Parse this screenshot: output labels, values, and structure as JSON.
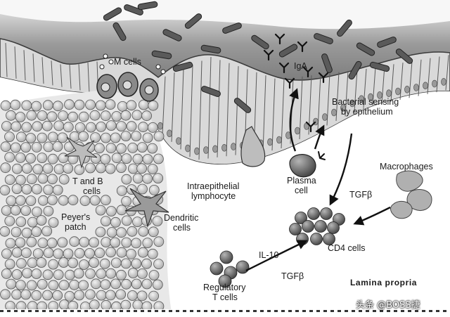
{
  "labels": {
    "m_cells": "M cells",
    "iga": "IgA",
    "bacterial_sensing_1": "Bacterial sensing",
    "bacterial_sensing_2": "by epithelium",
    "t_and_b_1": "T and B",
    "t_and_b_2": "cells",
    "peyers_1": "Peyer's",
    "peyers_2": "patch",
    "dendritic_1": "Dendritic",
    "dendritic_2": "cells",
    "iel_1": "Intraepithelial",
    "iel_2": "lymphocyte",
    "plasma_1": "Plasma",
    "plasma_2": "cell",
    "macrophages": "Macrophages",
    "tgfb_upper": "TGFβ",
    "tgfb_lower": "TGFβ",
    "il10": "IL-10",
    "cd4": "CD4 cells",
    "regulatory_1": "Regulatory",
    "regulatory_2": "T cells",
    "lamina_propria": "Lamina propria"
  },
  "watermark": "头条 @BOSS捷",
  "colors": {
    "lumen": "#8a8a8a",
    "epithelium": "#d9d9d9",
    "cell_outline": "#3a3a3a",
    "lamina": "#ffffff",
    "patch_cell": "#d2d2d2",
    "dark_cell": "#6e6e6e",
    "arrow": "#111111"
  }
}
